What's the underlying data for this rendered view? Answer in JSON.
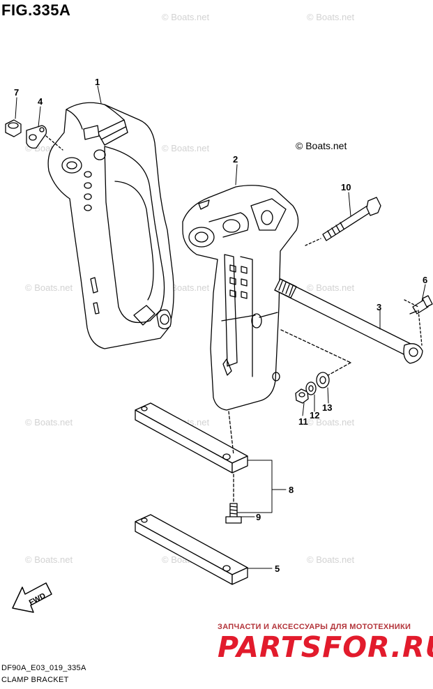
{
  "figure": {
    "title": "FIG.335A"
  },
  "footer": {
    "code": "DF90A_E03_019_335A",
    "name": "CLAMP BRACKET"
  },
  "watermark": {
    "text": "© Boats.net"
  },
  "brand": {
    "tagline": "ЗАПЧАСТИ И АКСЕССУАРЫ ДЛЯ МОТОТЕХНИКИ",
    "logo": "PARTSFOR.RU"
  },
  "direction": {
    "label": "FWD"
  },
  "callouts": {
    "c1": "1",
    "c2": "2",
    "c3": "3",
    "c4": "4",
    "c5": "5",
    "c6": "6",
    "c7": "7",
    "c8": "8",
    "c9": "9",
    "c10": "10",
    "c11": "11",
    "c12": "12",
    "c13": "13"
  },
  "colors": {
    "line": "#000000",
    "watermark": "#d2d2d2",
    "brand_red": "#e21b2c"
  }
}
